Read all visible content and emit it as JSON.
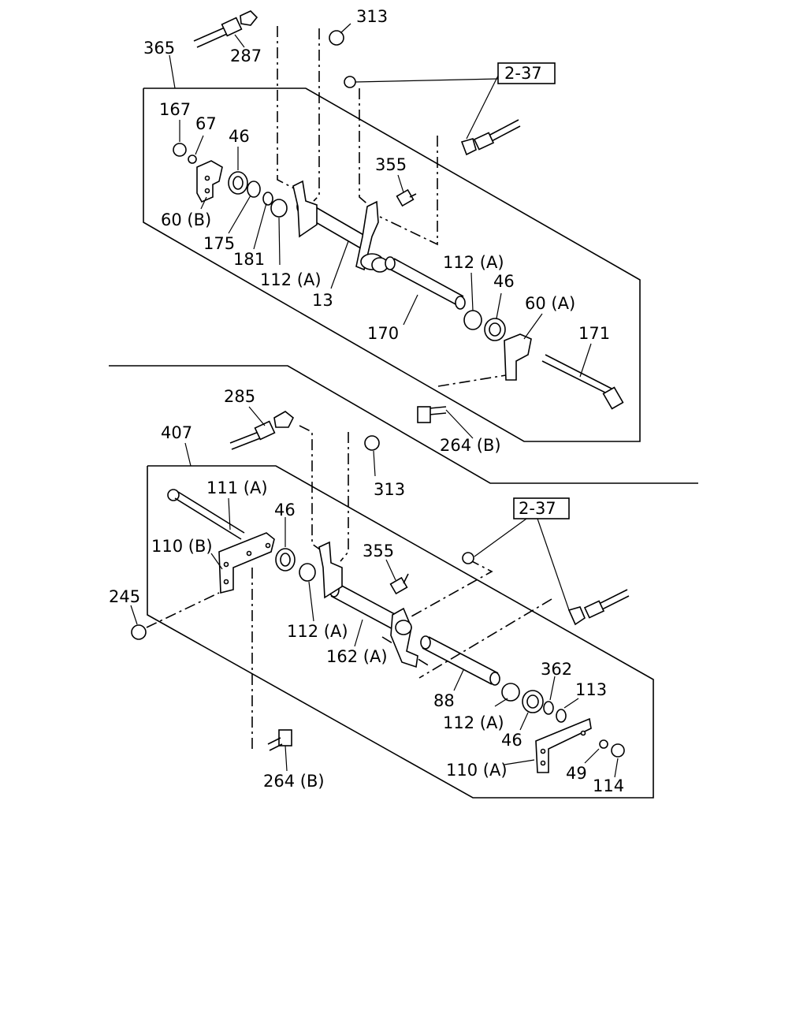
{
  "upper_assembly": {
    "labels": {
      "l313": "313",
      "l287": "287",
      "l365": "365",
      "ref": "2-37",
      "l167": "167",
      "l67": "67",
      "l46a": "46",
      "l355": "355",
      "l60b": "60 (B)",
      "l175": "175",
      "l181": "181",
      "l112a_left": "112 (A)",
      "l13": "13",
      "l112a_right": "112 (A)",
      "l46b": "46",
      "l60a": "60 (A)",
      "l170": "170",
      "l171": "171",
      "l264b": "264 (B)"
    }
  },
  "lower_assembly": {
    "labels": {
      "l285": "285",
      "l407": "407",
      "l313": "313",
      "l111a": "111 (A)",
      "l46a": "46",
      "ref": "2-37",
      "l110b": "110 (B)",
      "l355": "355",
      "l245": "245",
      "l112a_left": "112 (A)",
      "l162a": "162 (A)",
      "l362": "362",
      "l113": "113",
      "l88": "88",
      "l112a_right": "112 (A)",
      "l46b": "46",
      "l110a": "110 (A)",
      "l49": "49",
      "l114": "114",
      "l264b": "264 (B)"
    }
  }
}
